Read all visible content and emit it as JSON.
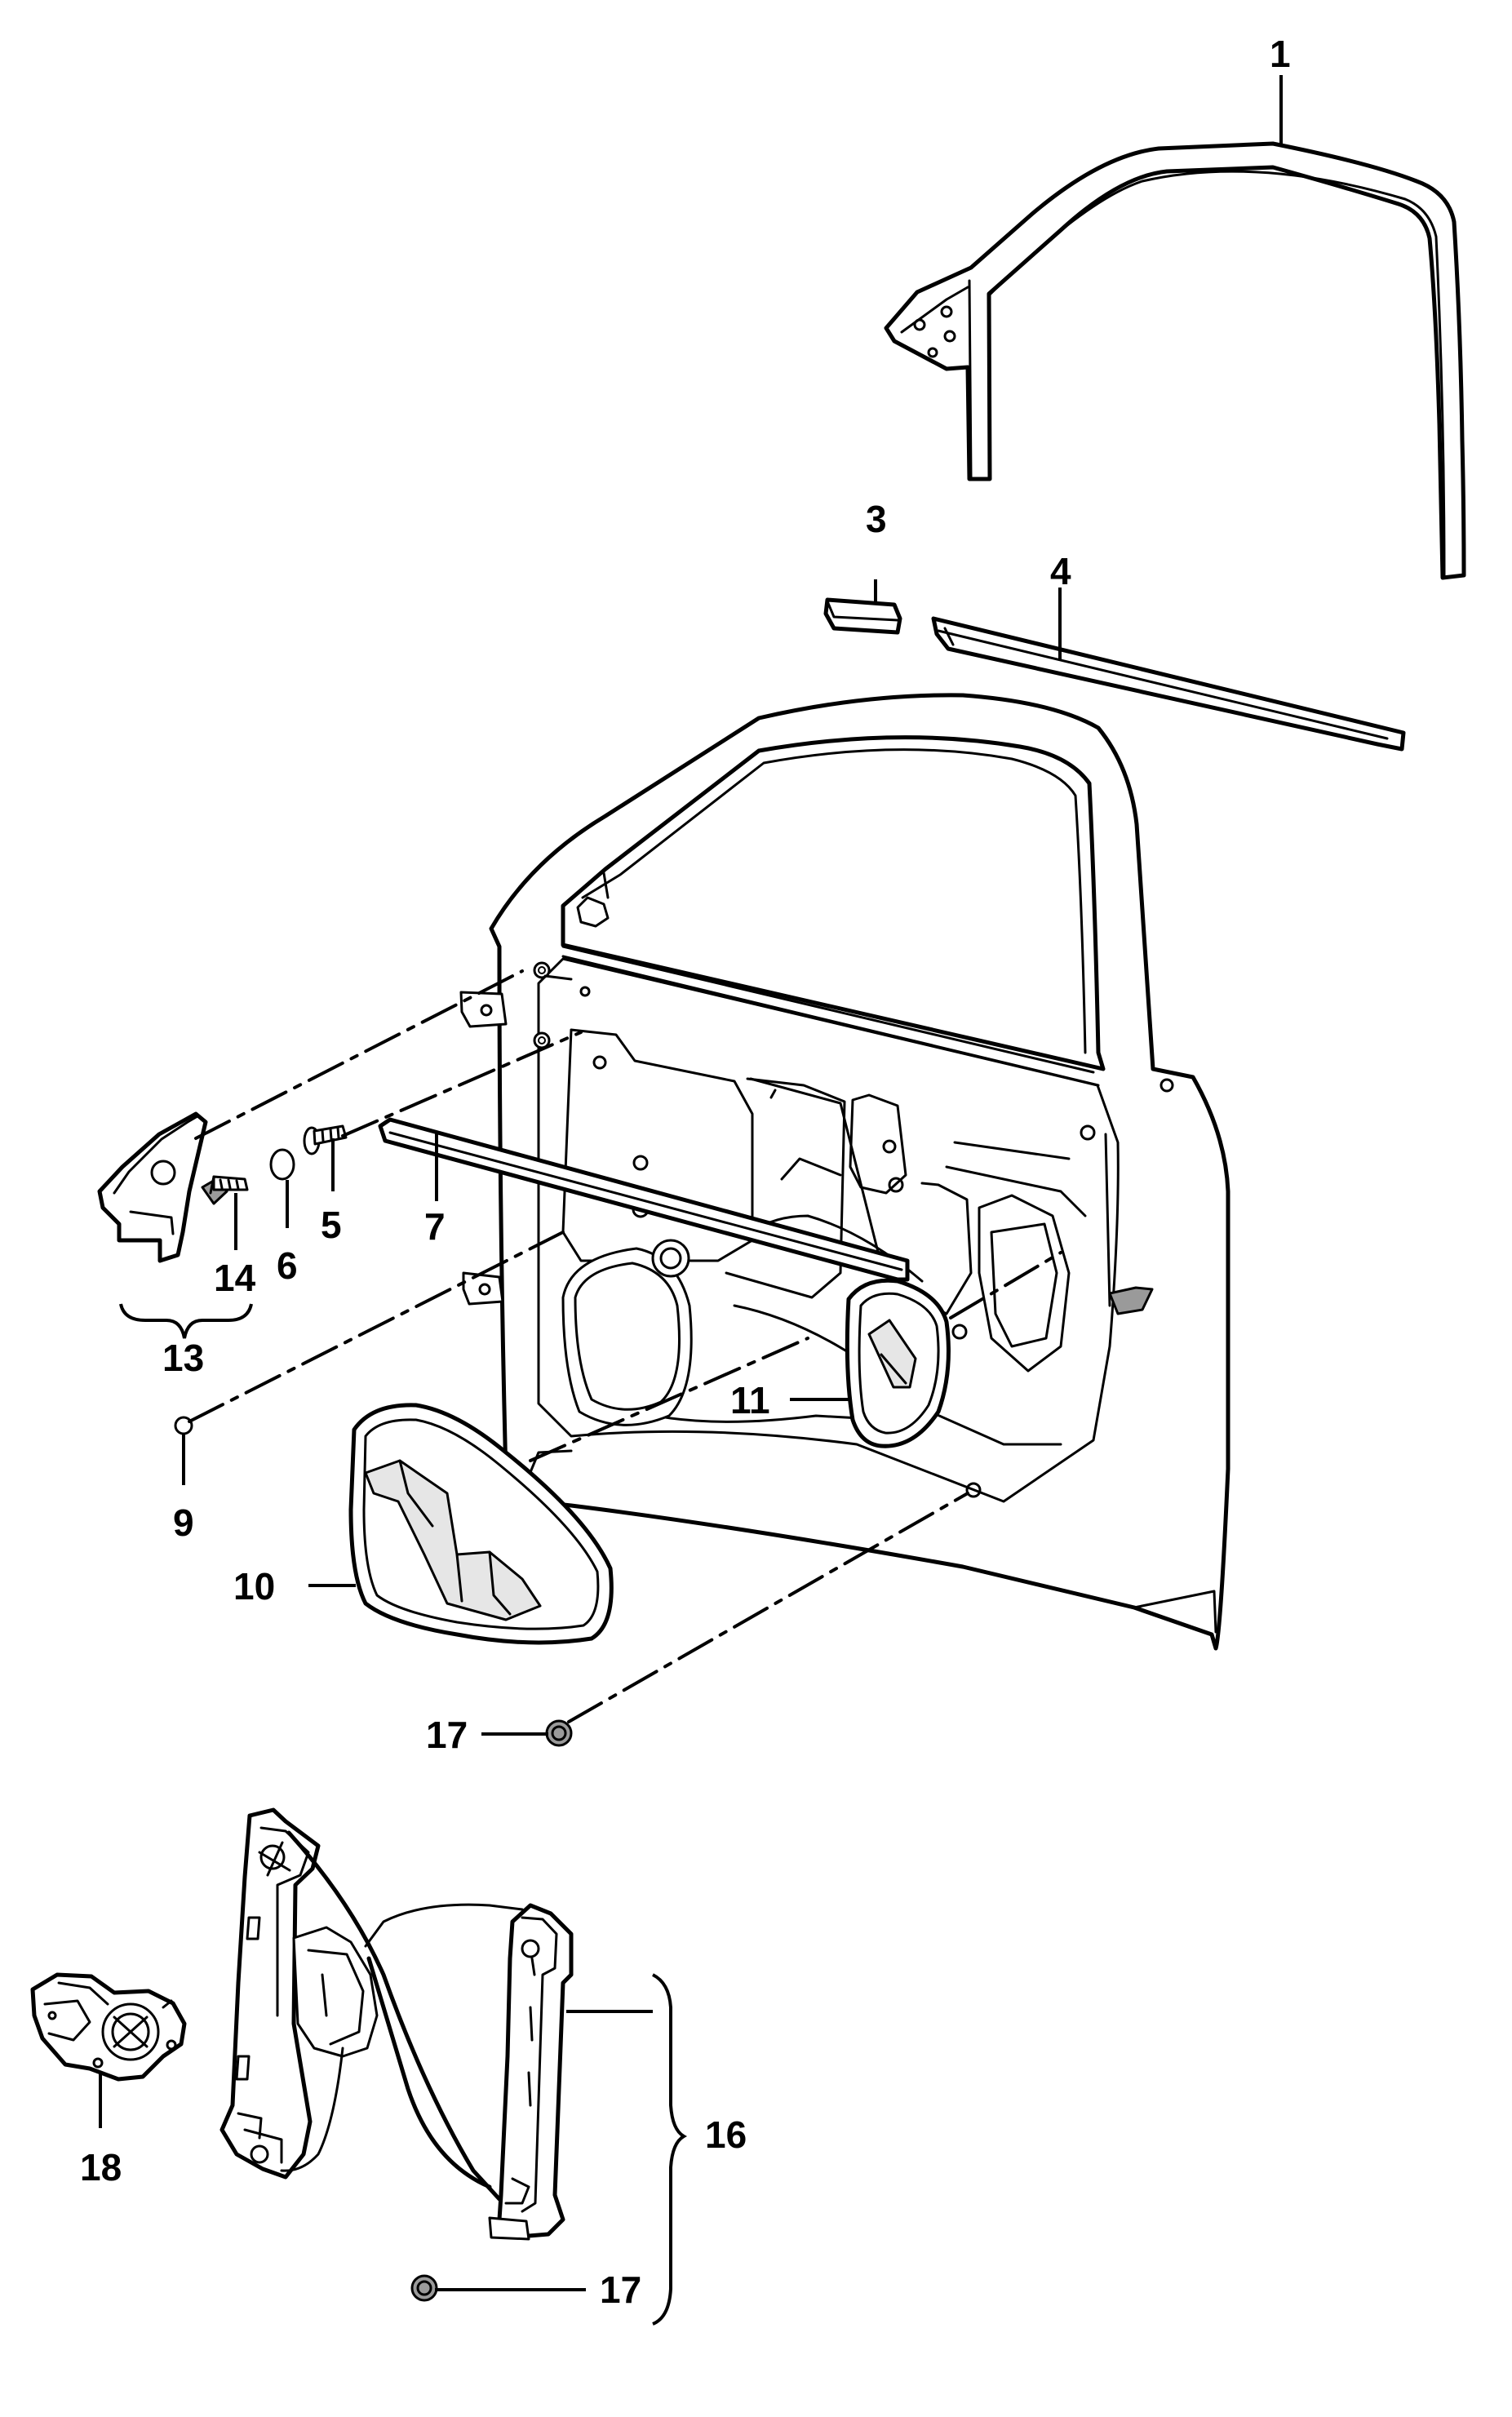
{
  "callouts": {
    "c1": "1",
    "c3": "3",
    "c4": "4",
    "c5": "5",
    "c6": "6",
    "c7": "7",
    "c9": "9",
    "c10": "10",
    "c11": "11",
    "c13": "13",
    "c14": "14",
    "c16": "16",
    "c17a": "17",
    "c17b": "17",
    "c18": "18"
  }
}
